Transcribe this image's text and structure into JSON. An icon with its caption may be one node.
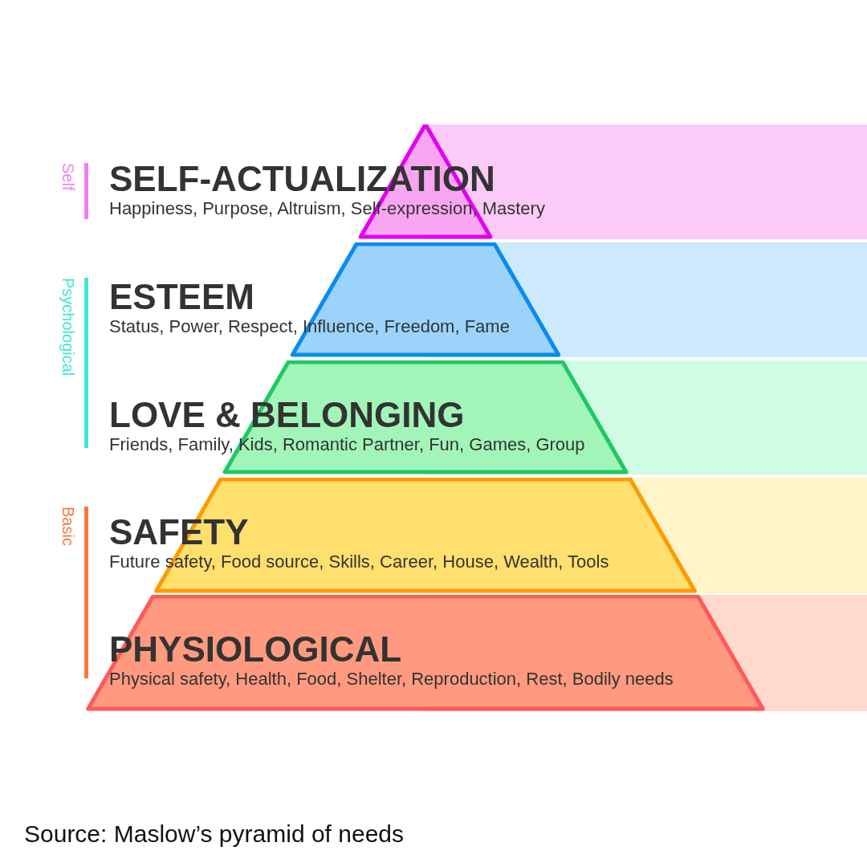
{
  "diagram": {
    "caption": "Source: Maslow’s pyramid of needs",
    "nodes": [
      {
        "text": [
          "SELF-ACTUALIZATION",
          "Happiness, Purpose, Altruism, Self-expression, Mastery"
        ]
      },
      {
        "text": [
          "ESTEEM",
          "Status, Power, Respect, Influence, Freedom, Fame"
        ]
      },
      {
        "text": [
          "LOVE & BELONGING",
          "Friends, Family, Kids, Romantic Partner, Fun, Games, Group"
        ]
      },
      {
        "text": [
          "SAFETY",
          "Future safety, Food source, Skills, Career, House, Wealth, Tools"
        ]
      },
      {
        "text": [
          "PHYSIOLOGICAL",
          "Physical safety, Health, Food, Shelter, Reproduction, Rest, Bodily needs"
        ]
      }
    ],
    "edges": [],
    "labels": [
      "Self",
      "Psychological",
      "Basic"
    ]
  }
}
